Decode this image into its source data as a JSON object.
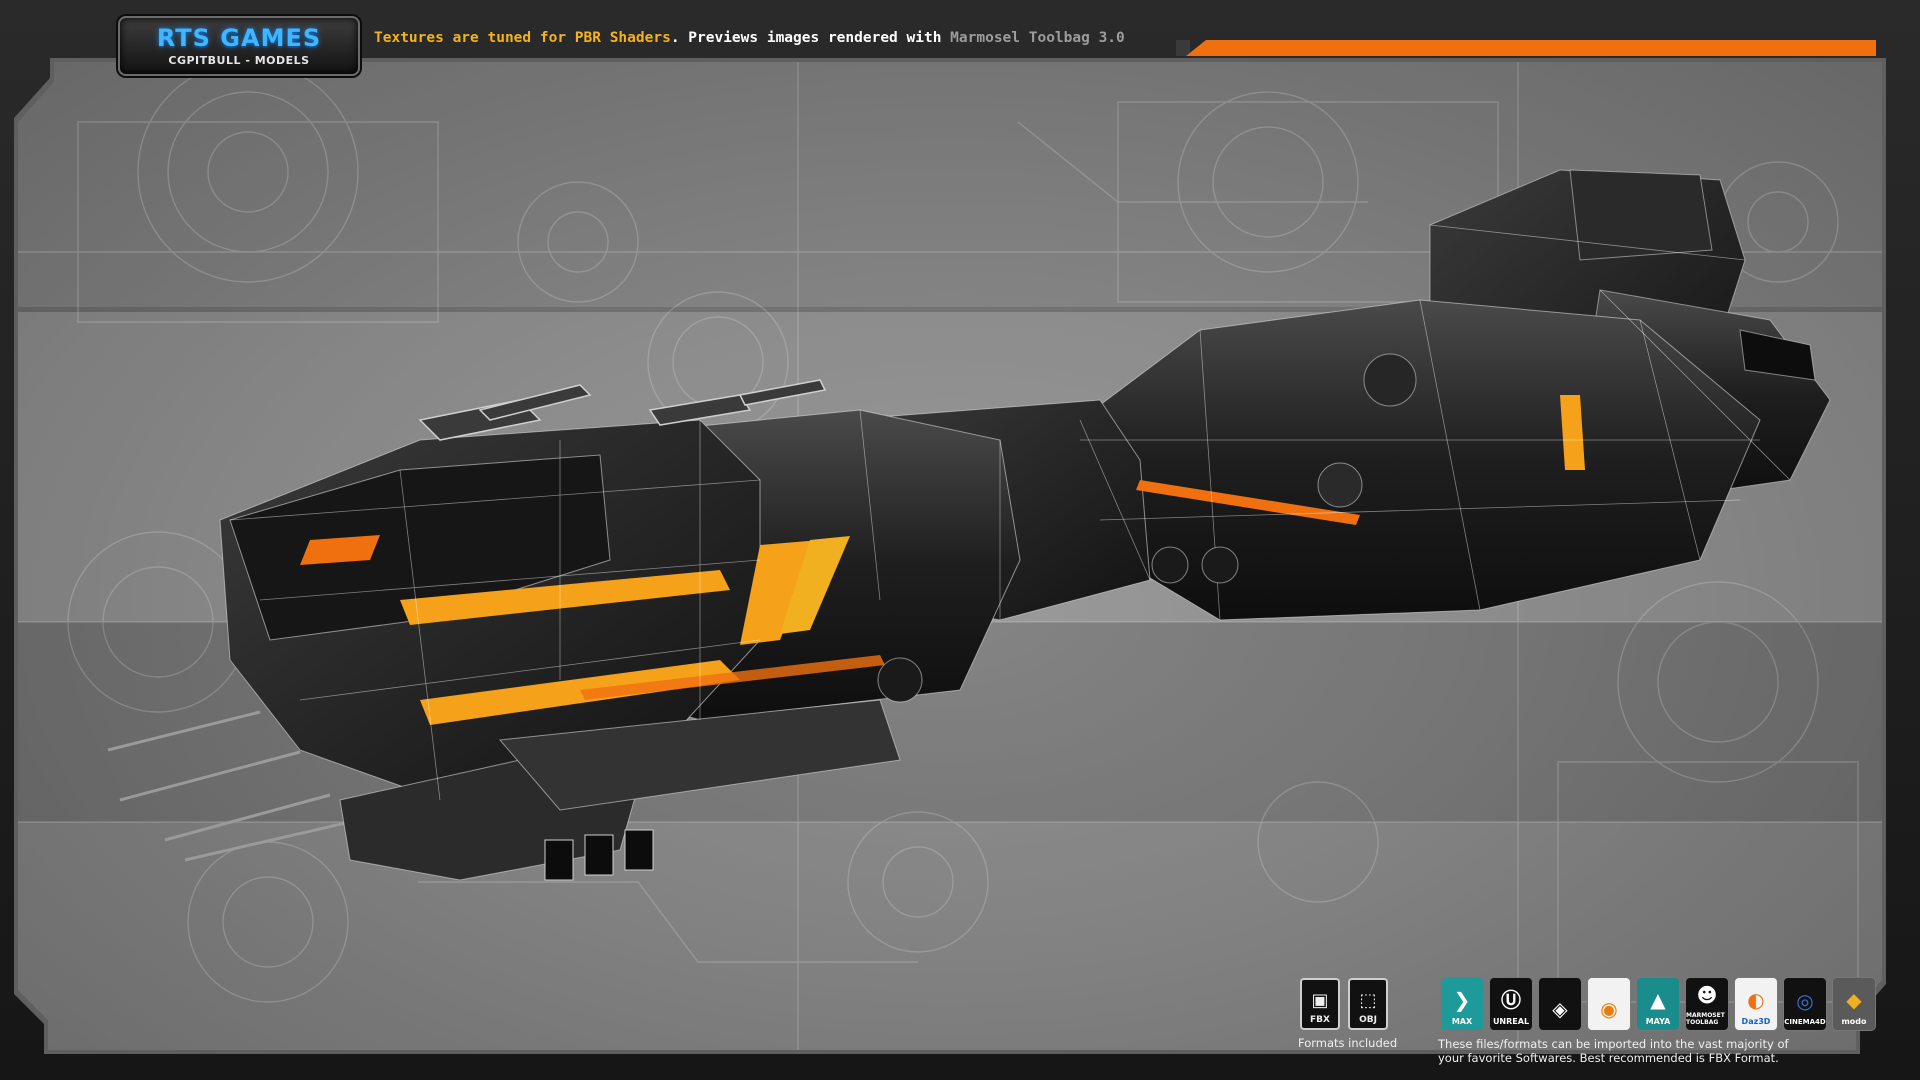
{
  "logo": {
    "title": "RTS GAMES",
    "subtitle": "CGPITBULL - MODELS"
  },
  "header": {
    "part1": "Textures are tuned for PBR Shaders",
    "part2": ". Previews images rendered with ",
    "part3": "Marmosel Toolbag 3.0"
  },
  "colors": {
    "accent_orange": "#f07010",
    "accent_yellow": "#f6b21a",
    "logo_blue": "#3fb6ff",
    "ship_stripe": "#f5a21a"
  },
  "formats": {
    "items": [
      {
        "label": "FBX",
        "icon": "fbx-file-icon"
      },
      {
        "label": "OBJ",
        "icon": "obj-file-icon"
      }
    ],
    "caption": "Formats included"
  },
  "software": {
    "items": [
      {
        "label": "MAX",
        "icon": "3ds-max-icon",
        "color": "#1e9a9a"
      },
      {
        "label": "UNREAL",
        "icon": "unreal-engine-icon",
        "color": "#111111"
      },
      {
        "label": "",
        "icon": "unity-icon",
        "color": "#111111"
      },
      {
        "label": "",
        "icon": "blender-icon",
        "color": "#f2f2f2"
      },
      {
        "label": "MAYA",
        "icon": "maya-icon",
        "color": "#1a8c8c"
      },
      {
        "label": "MARMOSET TOOLBAG",
        "icon": "marmoset-icon",
        "color": "#111111"
      },
      {
        "label": "Daz3D",
        "icon": "daz3d-icon",
        "color": "#f2f2f2"
      },
      {
        "label": "CINEMA4D",
        "icon": "cinema4d-icon",
        "color": "#111111"
      },
      {
        "label": "modo",
        "icon": "modo-icon",
        "color": "#5a5a5a"
      }
    ],
    "caption_line1": "These files/formats can be imported into the vast majority of",
    "caption_line2": "your favorite Softwares. Best recommended is FBX Format."
  }
}
